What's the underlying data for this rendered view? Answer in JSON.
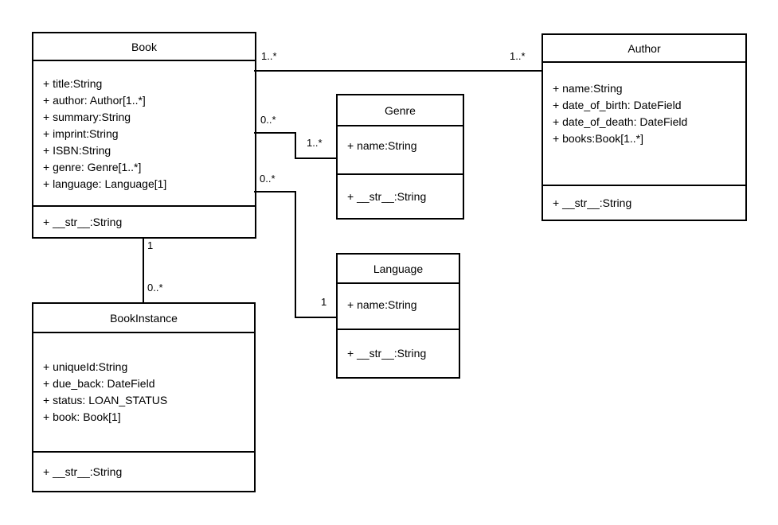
{
  "diagram": {
    "kind": "uml-class-diagram",
    "colors": {
      "background": "#ffffff",
      "box_fill": "#ffffff",
      "box_border": "#000000",
      "line": "#000000",
      "text": "#000000"
    },
    "classes": {
      "book": {
        "name": "Book",
        "attributes": [
          "+ title:String",
          "+ author: Author[1..*]",
          "+ summary:String",
          "+ imprint:String",
          "+ ISBN:String",
          "+ genre: Genre[1..*]",
          "+ language: Language[1]"
        ],
        "methods": [
          "+ __str__:String"
        ]
      },
      "author": {
        "name": "Author",
        "attributes": [
          "+ name:String",
          "+ date_of_birth: DateField",
          "+ date_of_death: DateField",
          "+ books:Book[1..*]"
        ],
        "methods": [
          "+ __str__:String"
        ]
      },
      "genre": {
        "name": "Genre",
        "attributes": [
          "+ name:String"
        ],
        "methods": [
          "+ __str__:String"
        ]
      },
      "language": {
        "name": "Language",
        "attributes": [
          "+ name:String"
        ],
        "methods": [
          "+ __str__:String"
        ]
      },
      "bookinstance": {
        "name": "BookInstance",
        "attributes": [
          "+ uniqueId:String",
          "+ due_back: DateField",
          "+ status: LOAN_STATUS",
          "+ book: Book[1]"
        ],
        "methods": [
          "+ __str__:String"
        ]
      }
    },
    "relationships": [
      {
        "from_class": "Book",
        "to_class": "Author",
        "from_label": "1..*",
        "to_label": "1..*"
      },
      {
        "from_class": "Book",
        "to_class": "Genre",
        "from_label": "0..*",
        "to_label": "1..*"
      },
      {
        "from_class": "Book",
        "to_class": "Language",
        "from_label": "0..*",
        "to_label": "1"
      },
      {
        "from_class": "Book",
        "to_class": "BookInstance",
        "from_label": "1",
        "to_label": "0..*"
      }
    ]
  }
}
